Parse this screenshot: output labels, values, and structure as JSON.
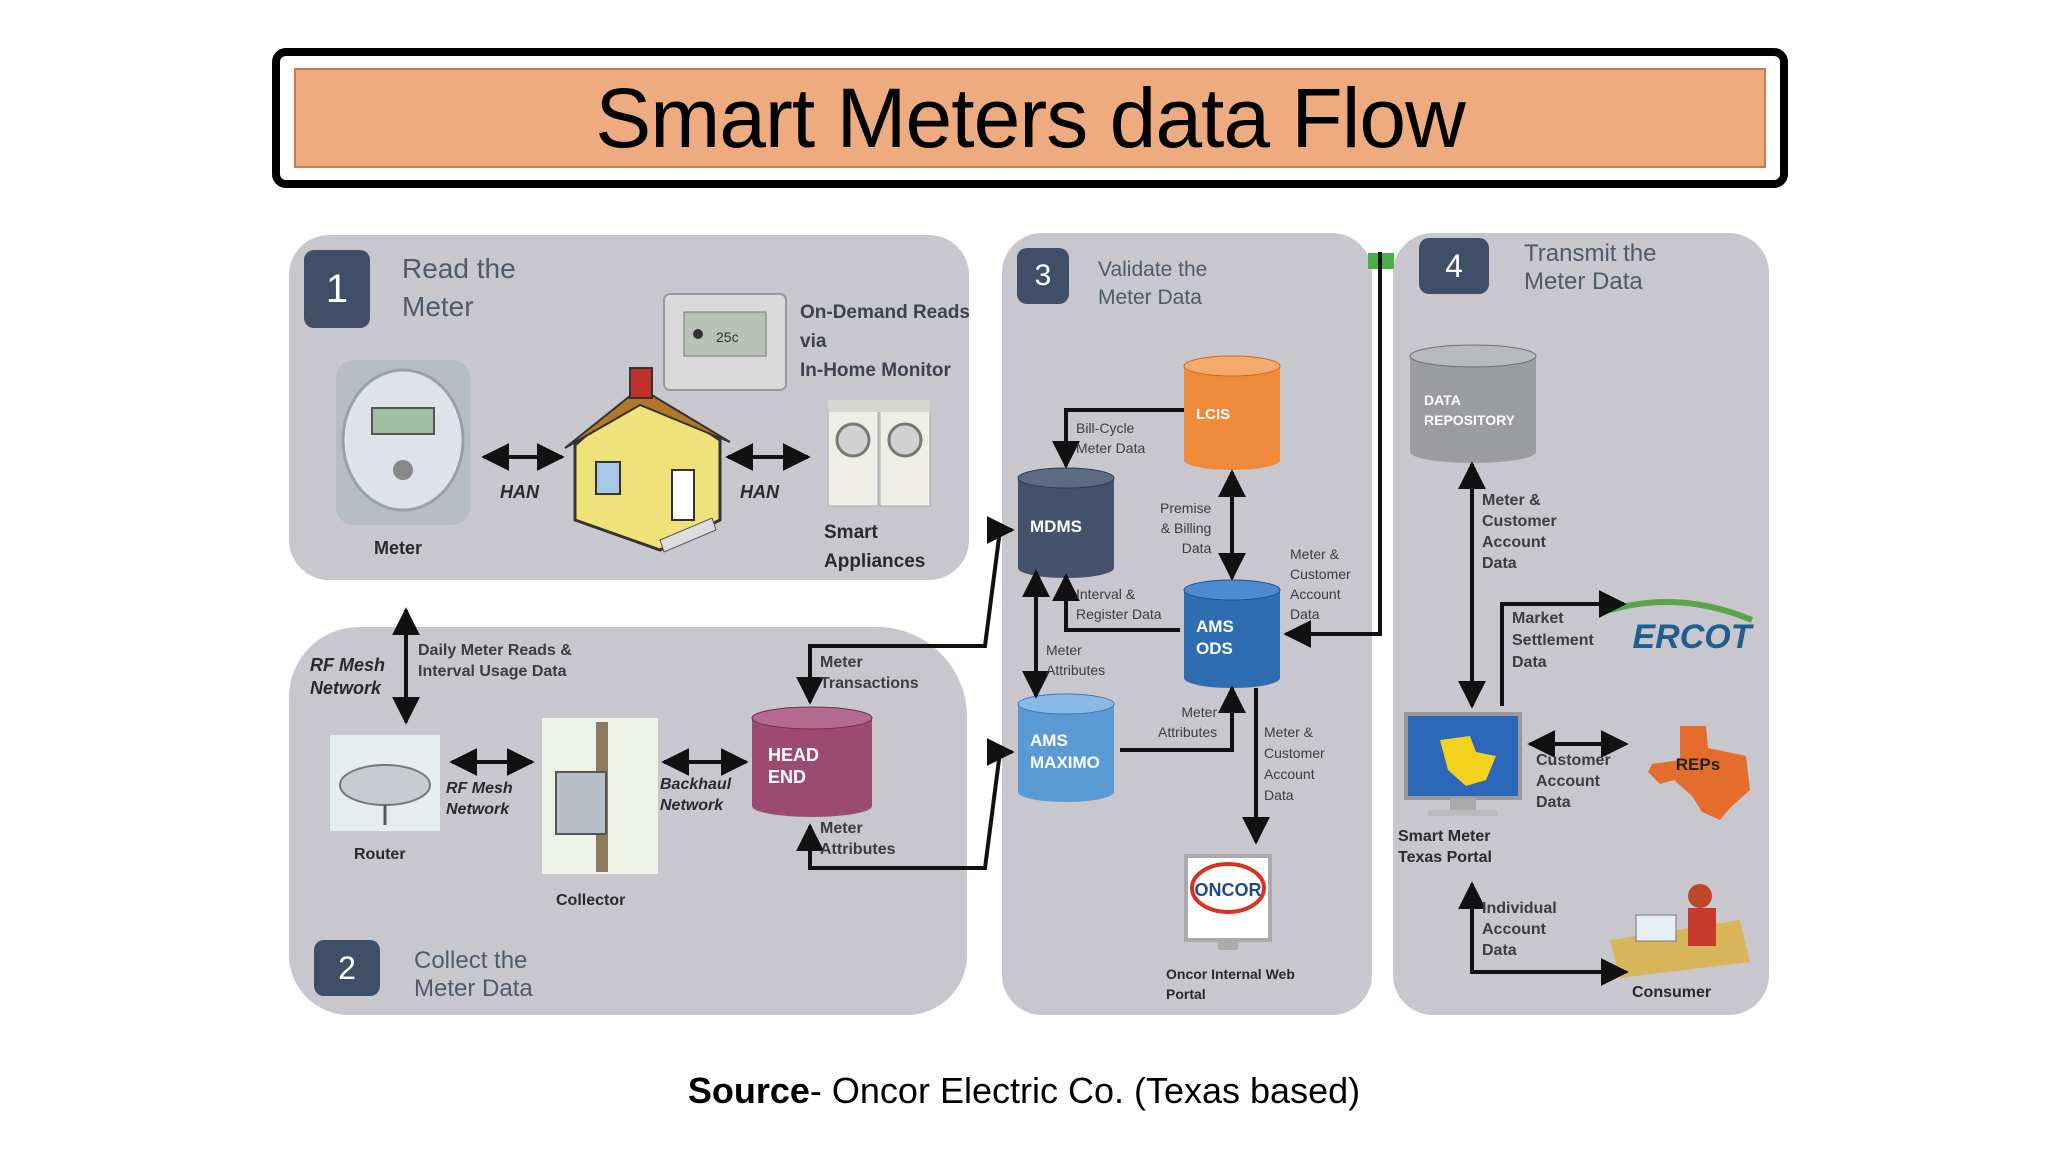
{
  "title": "Smart Meters data Flow",
  "source": {
    "label": "Source",
    "text": "- Oncor Electric Co. (Texas based)"
  },
  "panels": {
    "p1": {
      "num": "1",
      "title": "Read the\nMeter"
    },
    "p2": {
      "num": "2",
      "title": "Collect the\nMeter Data"
    },
    "p3": {
      "num": "3",
      "title": "Validate the\nMeter Data"
    },
    "p4": {
      "num": "4",
      "title": "Transmit the\nMeter Data"
    }
  },
  "labels": {
    "meter": "Meter",
    "han1": "HAN",
    "han2": "HAN",
    "on_demand": "On-Demand Reads\nvia\nIn-Home Monitor",
    "smart_appliances": "Smart\nAppliances",
    "rf_mesh_network": "RF Mesh\nNetwork",
    "daily_reads": "Daily Meter Reads &\nInterval Usage Data",
    "router": "Router",
    "rf_mesh_network2": "RF Mesh\nNetwork",
    "collector": "Collector",
    "backhaul": "Backhaul\nNetwork",
    "meter_transactions": "Meter\nTransactions",
    "meter_attributes_p2": "Meter\nAttributes",
    "bill_cycle": "Bill-Cycle\nMeter Data",
    "premise_billing": "Premise\n& Billing\nData",
    "interval_register": "Interval &\nRegister Data",
    "meter_attributes_a": "Meter\nAttributes",
    "meter_attributes_b": "Meter\nAttributes",
    "meter_cust_acct_a": "Meter &\nCustomer\nAccount\nData",
    "meter_cust_acct_b": "Meter &\nCustomer\nAccount\nData",
    "oncor_portal": "Oncor Internal Web\nPortal",
    "meter_cust_acct_c": "Meter &\nCustomer\nAccount\nData",
    "market_settlement": "Market\nSettlement\nData",
    "customer_account": "Customer\nAccount\nData",
    "individual_account": "Individual\nAccount\nData",
    "smt_portal": "Smart Meter\nTexas Portal",
    "consumer": "Consumer",
    "ercot": "ERCOT",
    "reps": "REPs",
    "oncor": "ONCOR",
    "thermostat": "25c"
  },
  "cylinders": {
    "lcis": "LCIS",
    "mdms": "MDMS",
    "ams_ods": "AMS\nODS",
    "ams_maximo": "AMS\nMAXIMO",
    "head_end": "HEAD\nEND",
    "data_repository": "DATA\nREPOSITORY"
  },
  "colors": {
    "panel": "#c9c7ce",
    "lcis": "#ee8a3a",
    "mdms": "#45526b",
    "ams_ods": "#2e6db2",
    "ams_maximo": "#5b9bd5",
    "head_end": "#9b4a72",
    "data_repository": "#9a9ca0",
    "title_fill": "#eeab80"
  }
}
